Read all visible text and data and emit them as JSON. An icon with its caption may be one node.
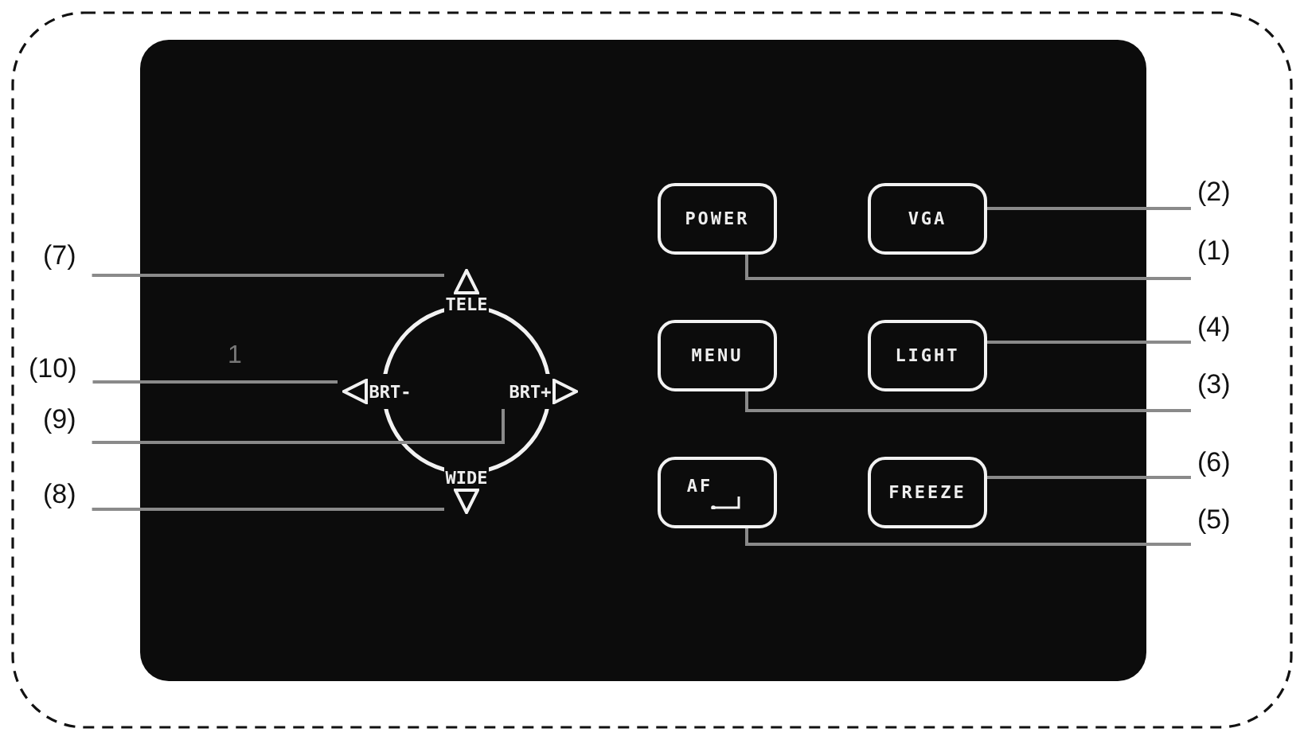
{
  "diagram": {
    "nodes": [
      {
        "text": [
          "(7)"
        ]
      },
      {
        "text": [
          "TELE"
        ]
      },
      {
        "text": [
          "(10)"
        ]
      },
      {
        "text": [
          "BRT-"
        ]
      },
      {
        "text": [
          "BRT+"
        ]
      },
      {
        "text": [
          "(9)"
        ]
      },
      {
        "text": [
          "WIDE"
        ]
      },
      {
        "text": [
          "(8)"
        ]
      },
      {
        "text": [
          "POWER"
        ]
      },
      {
        "text": [
          "VGA"
        ]
      },
      {
        "text": [
          "(2)"
        ]
      },
      {
        "text": [
          "(1)"
        ]
      },
      {
        "text": [
          "MENU"
        ]
      },
      {
        "text": [
          "LIGHT"
        ]
      },
      {
        "text": [
          "(4)"
        ]
      },
      {
        "text": [
          "(3)"
        ]
      },
      {
        "text": [
          "AF"
        ]
      },
      {
        "text": [
          "FREEZE"
        ]
      },
      {
        "text": [
          "(6)"
        ]
      },
      {
        "text": [
          "(5)"
        ]
      }
    ],
    "edges": [
      {
        "from": 0,
        "to": 1,
        "arrow": "none"
      },
      {
        "from": 2,
        "to": 3,
        "arrow": "none"
      },
      {
        "from": 5,
        "to": 4,
        "arrow": "none"
      },
      {
        "from": 7,
        "to": 6,
        "arrow": "none"
      },
      {
        "from": 10,
        "to": 9,
        "arrow": "none"
      },
      {
        "from": 11,
        "to": 8,
        "arrow": "none"
      },
      {
        "from": 14,
        "to": 13,
        "arrow": "none"
      },
      {
        "from": 15,
        "to": 12,
        "arrow": "none"
      },
      {
        "from": 18,
        "to": 17,
        "arrow": "none"
      },
      {
        "from": 19,
        "to": 16,
        "arrow": "none"
      }
    ],
    "labels": [
      "1"
    ]
  }
}
